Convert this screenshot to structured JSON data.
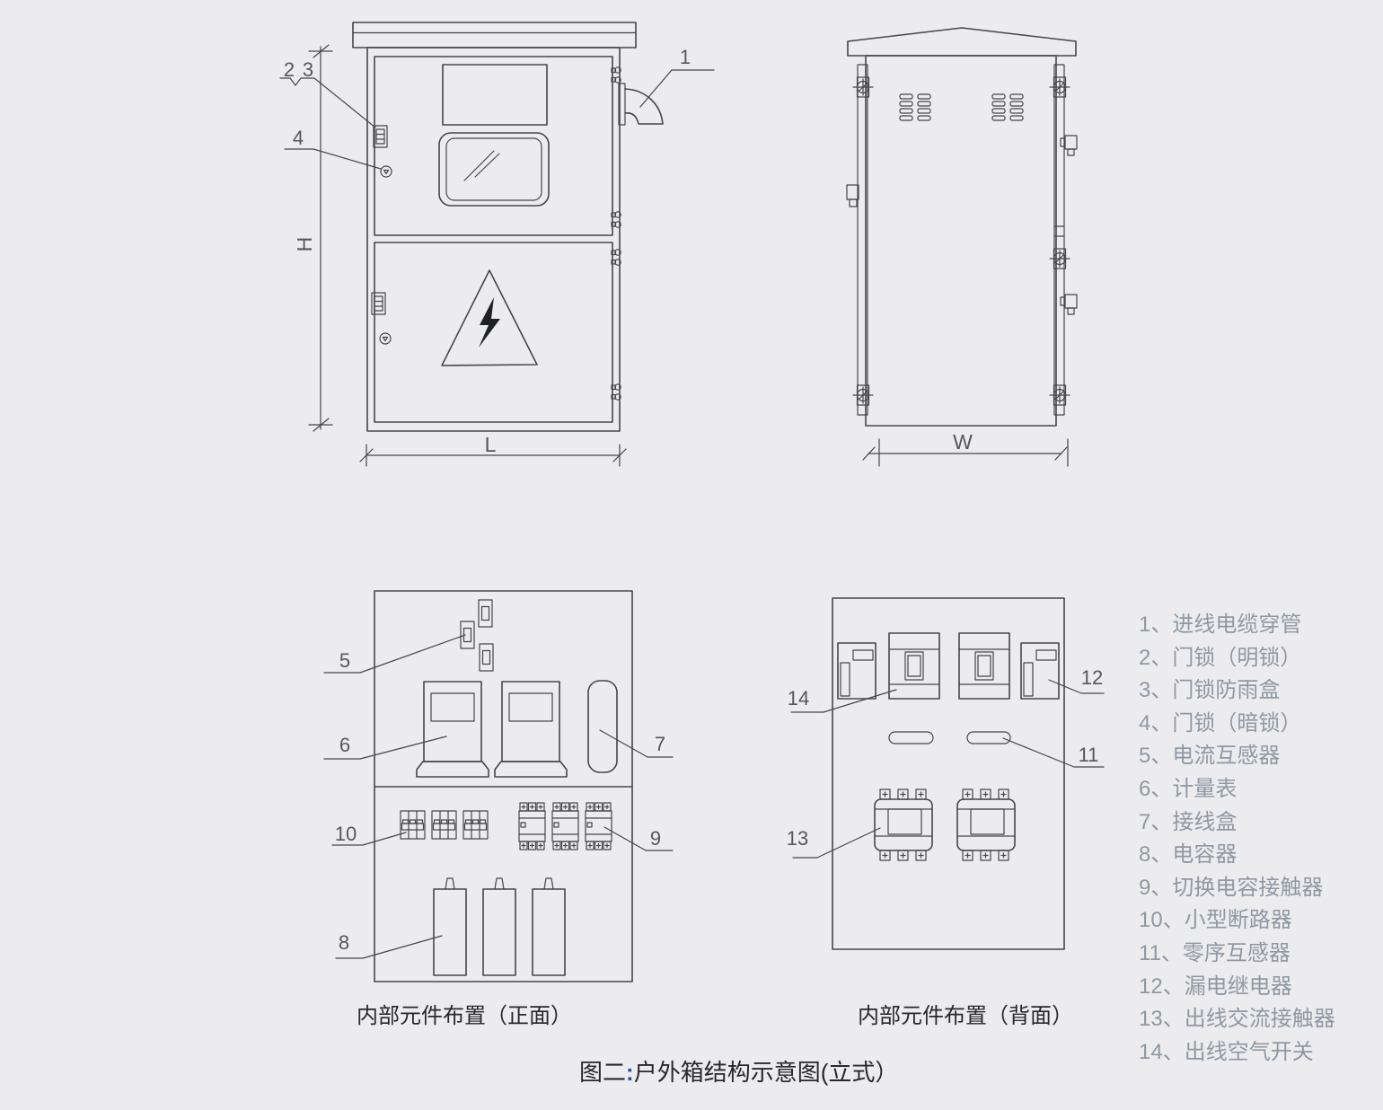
{
  "front_view": {
    "callout_1": "1",
    "callout_2": "2",
    "callout_3": "3",
    "callout_4": "4",
    "dim_height": "H",
    "dim_length": "L"
  },
  "rear_view": {
    "dim_width": "W"
  },
  "front_layout": {
    "caption": "内部元件布置（正面）",
    "callout_5": "5",
    "callout_6": "6",
    "callout_7": "7",
    "callout_8": "8",
    "callout_9": "9",
    "callout_10": "10"
  },
  "rear_layout": {
    "caption": "内部元件布置（背面）",
    "callout_11": "11",
    "callout_12": "12",
    "callout_13": "13",
    "callout_14": "14"
  },
  "legend": {
    "items": [
      {
        "text": "1、进线电缆穿管"
      },
      {
        "text": "2、门锁（明锁）"
      },
      {
        "text": "3、门锁防雨盒"
      },
      {
        "text": "4、门锁（暗锁）"
      },
      {
        "text": "5、电流互感器"
      },
      {
        "text": "6、计量表"
      },
      {
        "text": "7、接线盒"
      },
      {
        "text": "8、电容器"
      },
      {
        "text": "9、切换电容接触器"
      },
      {
        "text": "10、小型断路器"
      },
      {
        "text": "11、零序互感器"
      },
      {
        "text": "12、漏电继电器"
      },
      {
        "text": "13、出线交流接触器"
      },
      {
        "text": "14、出线空气开关"
      }
    ]
  },
  "figure_caption": {
    "label": "图二",
    "colon": ":",
    "text": "户外箱结构示意图(立式）"
  },
  "colors": {
    "background": "#ececee",
    "line": "#45464a",
    "legend_text": "#8f98a2",
    "caption_text": "#28282b",
    "colon_accent": "#2a52a0",
    "warning_fill": "#202124"
  }
}
